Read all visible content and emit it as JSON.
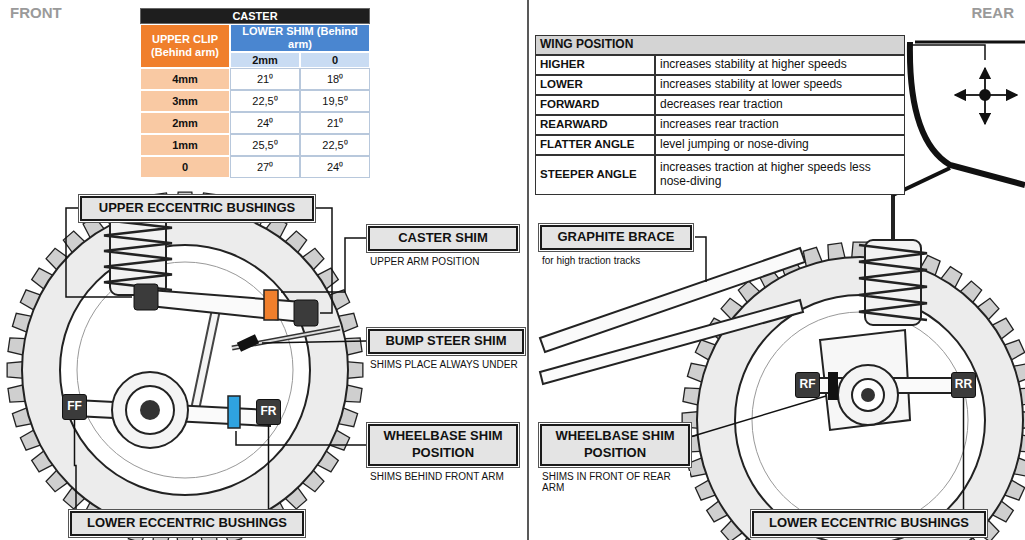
{
  "diagram": {
    "nodes": [
      {
        "text": [
          "UPPER ECCENTRIC BUSHINGS"
        ]
      },
      {
        "text": [
          "CASTER SHIM",
          "UPPER ARM POSITION"
        ]
      },
      {
        "text": [
          "BUMP STEER SHIM",
          "SHIMS PLACE ALWAYS UNDER"
        ]
      },
      {
        "text": [
          "WHEELBASE SHIM POSITION",
          "SHIMS BEHIND FRONT ARM"
        ]
      },
      {
        "text": [
          "LOWER ECCENTRIC BUSHINGS"
        ]
      },
      {
        "text": [
          "FF"
        ]
      },
      {
        "text": [
          "FR"
        ]
      },
      {
        "text": [
          "GRAPHITE BRACE",
          "for high traction tracks"
        ]
      },
      {
        "text": [
          "WHEELBASE SHIM POSITION",
          "SHIMS IN FRONT OF REAR ARM"
        ]
      },
      {
        "text": [
          "LOWER ECCENTRIC BUSHINGS"
        ]
      },
      {
        "text": [
          "RF"
        ]
      },
      {
        "text": [
          "RR"
        ]
      }
    ],
    "edges": [
      {
        "from": 4,
        "to": 5,
        "arrow": "none"
      },
      {
        "from": 4,
        "to": 6,
        "arrow": "none"
      },
      {
        "from": 9,
        "to": 11,
        "arrow": "none"
      }
    ],
    "labels": [
      "FRONT",
      "CASTER",
      "UPPER CLIP (Behind arm)",
      "LOWER SHIM (Behind arm)",
      "2mm",
      "0",
      "4mm",
      "21⁰",
      "18⁰",
      "3mm",
      "22,5⁰",
      "19,5⁰",
      "2mm",
      "24⁰",
      "21⁰",
      "1mm",
      "25,5⁰",
      "22,5⁰",
      "0",
      "27⁰",
      "24⁰",
      "WING POSITION",
      "HIGHER",
      "increases stability at higher speeds",
      "LOWER",
      "increases stability at lower speeds",
      "FORWARD",
      "decreases rear traction",
      "REARWARD",
      "increases rear traction",
      "FLATTER ANGLE",
      "level jumping or nose-diving",
      "STEEPER ANGLE",
      "increases traction at higher speeds less nose-diving",
      "REAR"
    ]
  }
}
